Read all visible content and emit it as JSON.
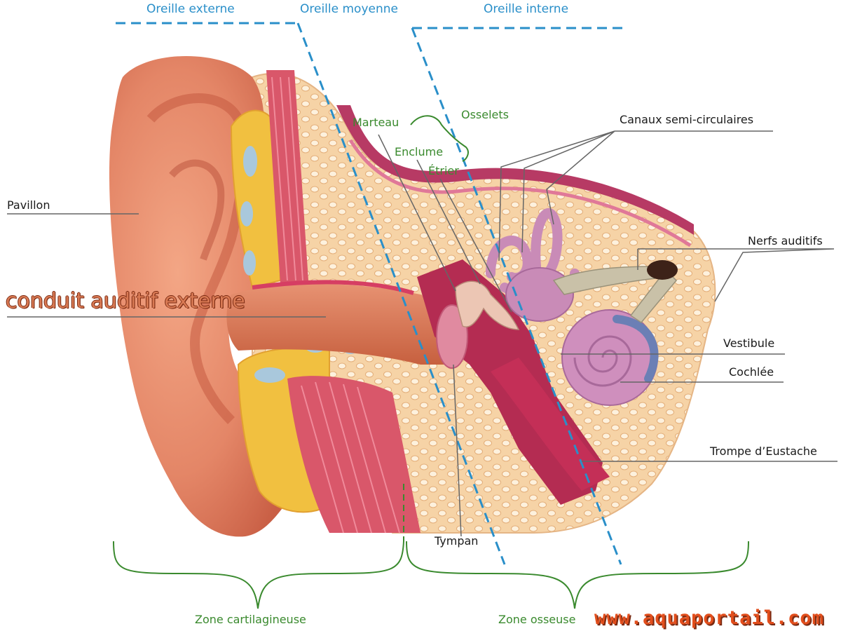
{
  "sections": {
    "outer_ear": "Oreille externe",
    "middle_ear": "Oreille moyenne",
    "inner_ear": "Oreille interne"
  },
  "labels": {
    "pavillon": "Pavillon",
    "conduit": "conduit auditif externe",
    "marteau": "Marteau",
    "osselets": "Osselets",
    "enclume": "Enclume",
    "etrier": "Étrier",
    "canaux": "Canaux semi-circulaires",
    "nerfs": "Nerfs auditifs",
    "vestibule": "Vestibule",
    "cochlee": "Cochlée",
    "trompe": "Trompe d’Eustache",
    "tympan": "Tympan"
  },
  "zones": {
    "cartilage": "Zone cartilagineuse",
    "osseuse": "Zone osseuse"
  },
  "watermark": "www.aquaportail.com",
  "colors": {
    "section_dash": "#2a8fc9",
    "zone_brace": "#3a8a2e",
    "skin": "#e3836a",
    "bone": "#f7d9b0",
    "membrane": "#c5305a",
    "cochlea": "#c987b3",
    "watermark": "#e24e1c"
  }
}
